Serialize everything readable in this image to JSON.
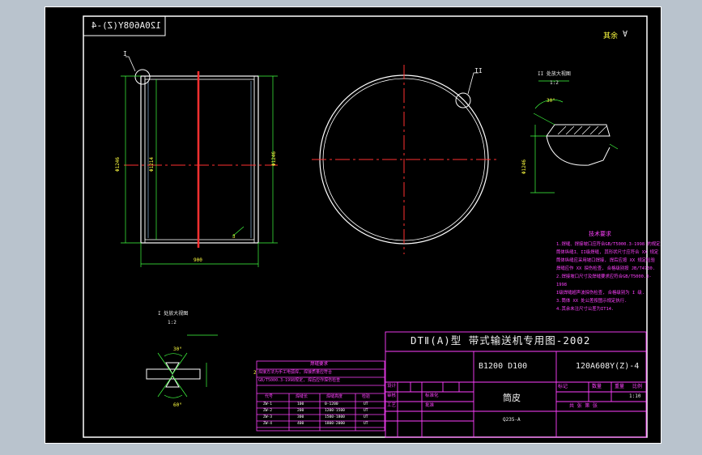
{
  "title_block": {
    "series_title": "DTⅡ(A)型  带式输送机专用图-2002",
    "spec_left": "B1200  D100",
    "drawing_no": "120A608Y(Z)-4",
    "part_name": "筒皮",
    "mark_label": "标记",
    "count_label": "数量",
    "weight_label": "重量",
    "scale_label": "比例",
    "scale_value": "1:10",
    "sheet_label": "共  张  第  张",
    "design_label": "设计",
    "check_label": "审核",
    "process_label": "工艺",
    "standard_label": "标准化",
    "approve_label": "批准",
    "material": "Q235-A"
  },
  "stamp_mirrored": "120A608Y(Z)-4",
  "roughness_note": "其余",
  "detail_views": {
    "i_label": "I",
    "ii_label": "II",
    "i_title": "I 处放大视图",
    "i_scale": "1:2",
    "ii_title": "II 处放大视图",
    "ii_scale": "1:2"
  },
  "dimensions": {
    "length": "900",
    "outer_dia": "Φ1246",
    "inner_dia": "Φ1214",
    "right_dia": "Φ1246",
    "angle_top": "30°",
    "angle_bottom": "60°",
    "angle_detail": "30°",
    "gap": "2",
    "groove": "3",
    "dia_detail": "Φ1246"
  },
  "tech_notes": {
    "heading": "技术要求",
    "lines": [
      "1.焊缝、焊接坡口应符合GB/T5000.3-1998 的规定",
      "  筒体纵缝I、II级焊缝, 其形状尺寸应符合 XX 规定",
      "  筒体纵缝应采用坡口焊接, 焊后应按 XX 规定检验",
      "  焊缝应作 XX 探伤检查, 合格级别按 JB/T4730.",
      "2.焊接坡口尺寸及焊缝要求应符合GB/T5000.3-1998",
      "  I级焊缝超声波探伤检查, 合格级别为 I 级.",
      "3.筒体 XX 处公差按图示规定执行.",
      "4.其余未注尺寸公差为IT14."
    ]
  },
  "weld_table": {
    "title": "焊缝要求",
    "note1": "焊接方法为手工电弧焊, 焊接质量应符合",
    "note2": "GB/T5000.3-1998规定, 焊后应作探伤检查",
    "columns": [
      "代号",
      "焊缝长",
      "焊缝高度",
      "检验"
    ],
    "rows": [
      [
        "ZW-1",
        "100",
        "0-1200",
        "UT"
      ],
      [
        "ZW-2",
        "200",
        "1200-1500",
        "UT"
      ],
      [
        "ZW-3",
        "300",
        "1500-1800",
        "UT"
      ],
      [
        "ZW-4",
        "400",
        "1800-2000",
        "UT"
      ]
    ]
  }
}
